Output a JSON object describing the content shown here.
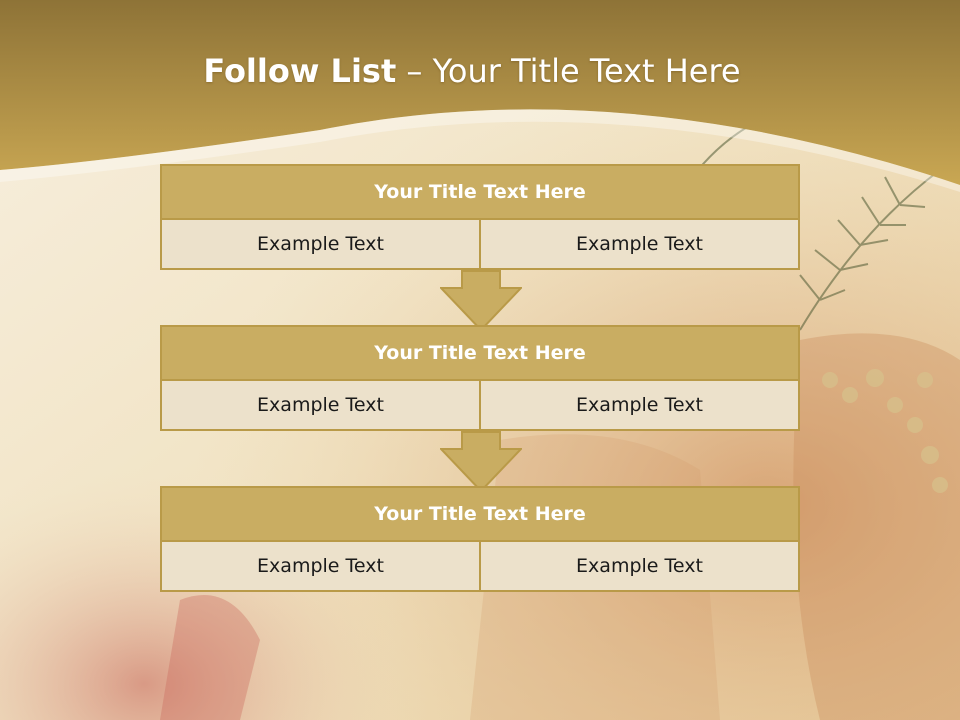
{
  "slide": {
    "title_bold": "Follow List",
    "title_rest": " – Your Title Text Here",
    "theme_colors": {
      "header_gold": "#c6a655",
      "box_fill": "#c9ad62",
      "box_border": "#b99a48",
      "cell_fill": "#ece1cb"
    }
  },
  "steps": [
    {
      "title": "Your Title Text Here",
      "left": "Example Text",
      "right": "Example Text"
    },
    {
      "title": "Your Title Text Here",
      "left": "Example Text",
      "right": "Example Text"
    },
    {
      "title": "Your Title Text Here",
      "left": "Example Text",
      "right": "Example Text"
    }
  ]
}
